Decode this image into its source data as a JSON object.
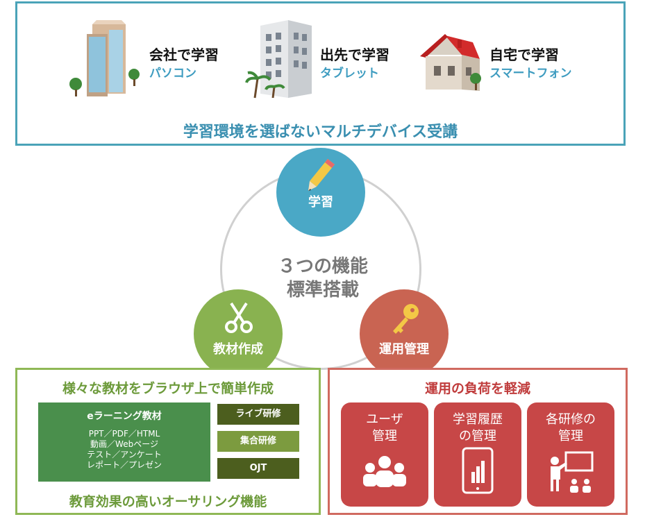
{
  "environments": [
    {
      "title": "会社で学習",
      "subtitle": "パソコン",
      "icon": "office-building"
    },
    {
      "title": "出先で学習",
      "subtitle": "タブレット",
      "icon": "hotel-building"
    },
    {
      "title": "自宅で学習",
      "subtitle": "スマートフォン",
      "icon": "house"
    }
  ],
  "environment_caption": "学習環境を選ばないマルチデバイス受講",
  "center": {
    "line1": "３つの機能",
    "line2": "標準搭載"
  },
  "nodes": {
    "learning": "学習",
    "materials": "教材作成",
    "operations": "運用管理"
  },
  "materials_panel": {
    "title": "様々な教材をブラウザ上で簡単作成",
    "elearning_title": "eラーニング教材",
    "elearning_items": [
      "PPT／PDF／HTML",
      "動画／Webページ",
      "テスト／アンケート",
      "レポート／プレゼン"
    ],
    "trainings": [
      "ライブ研修",
      "集合研修",
      "OJT"
    ],
    "caption": "教育効果の高いオーサリング機能"
  },
  "operations_panel": {
    "title": "運用の負荷を軽減",
    "cards": [
      {
        "line1": "ユーザ",
        "line2": "管理",
        "icon": "users-icon"
      },
      {
        "line1": "学習履歴",
        "line2": "の管理",
        "icon": "tablet-chart-icon"
      },
      {
        "line1": "各研修の",
        "line2": "管理",
        "icon": "presentation-icon"
      }
    ]
  },
  "colors": {
    "learning": "#4aa8c6",
    "materials": "#89b250",
    "operations": "#c96452",
    "accent_blue": "#3e9cc0",
    "accent_red": "#c74747"
  }
}
